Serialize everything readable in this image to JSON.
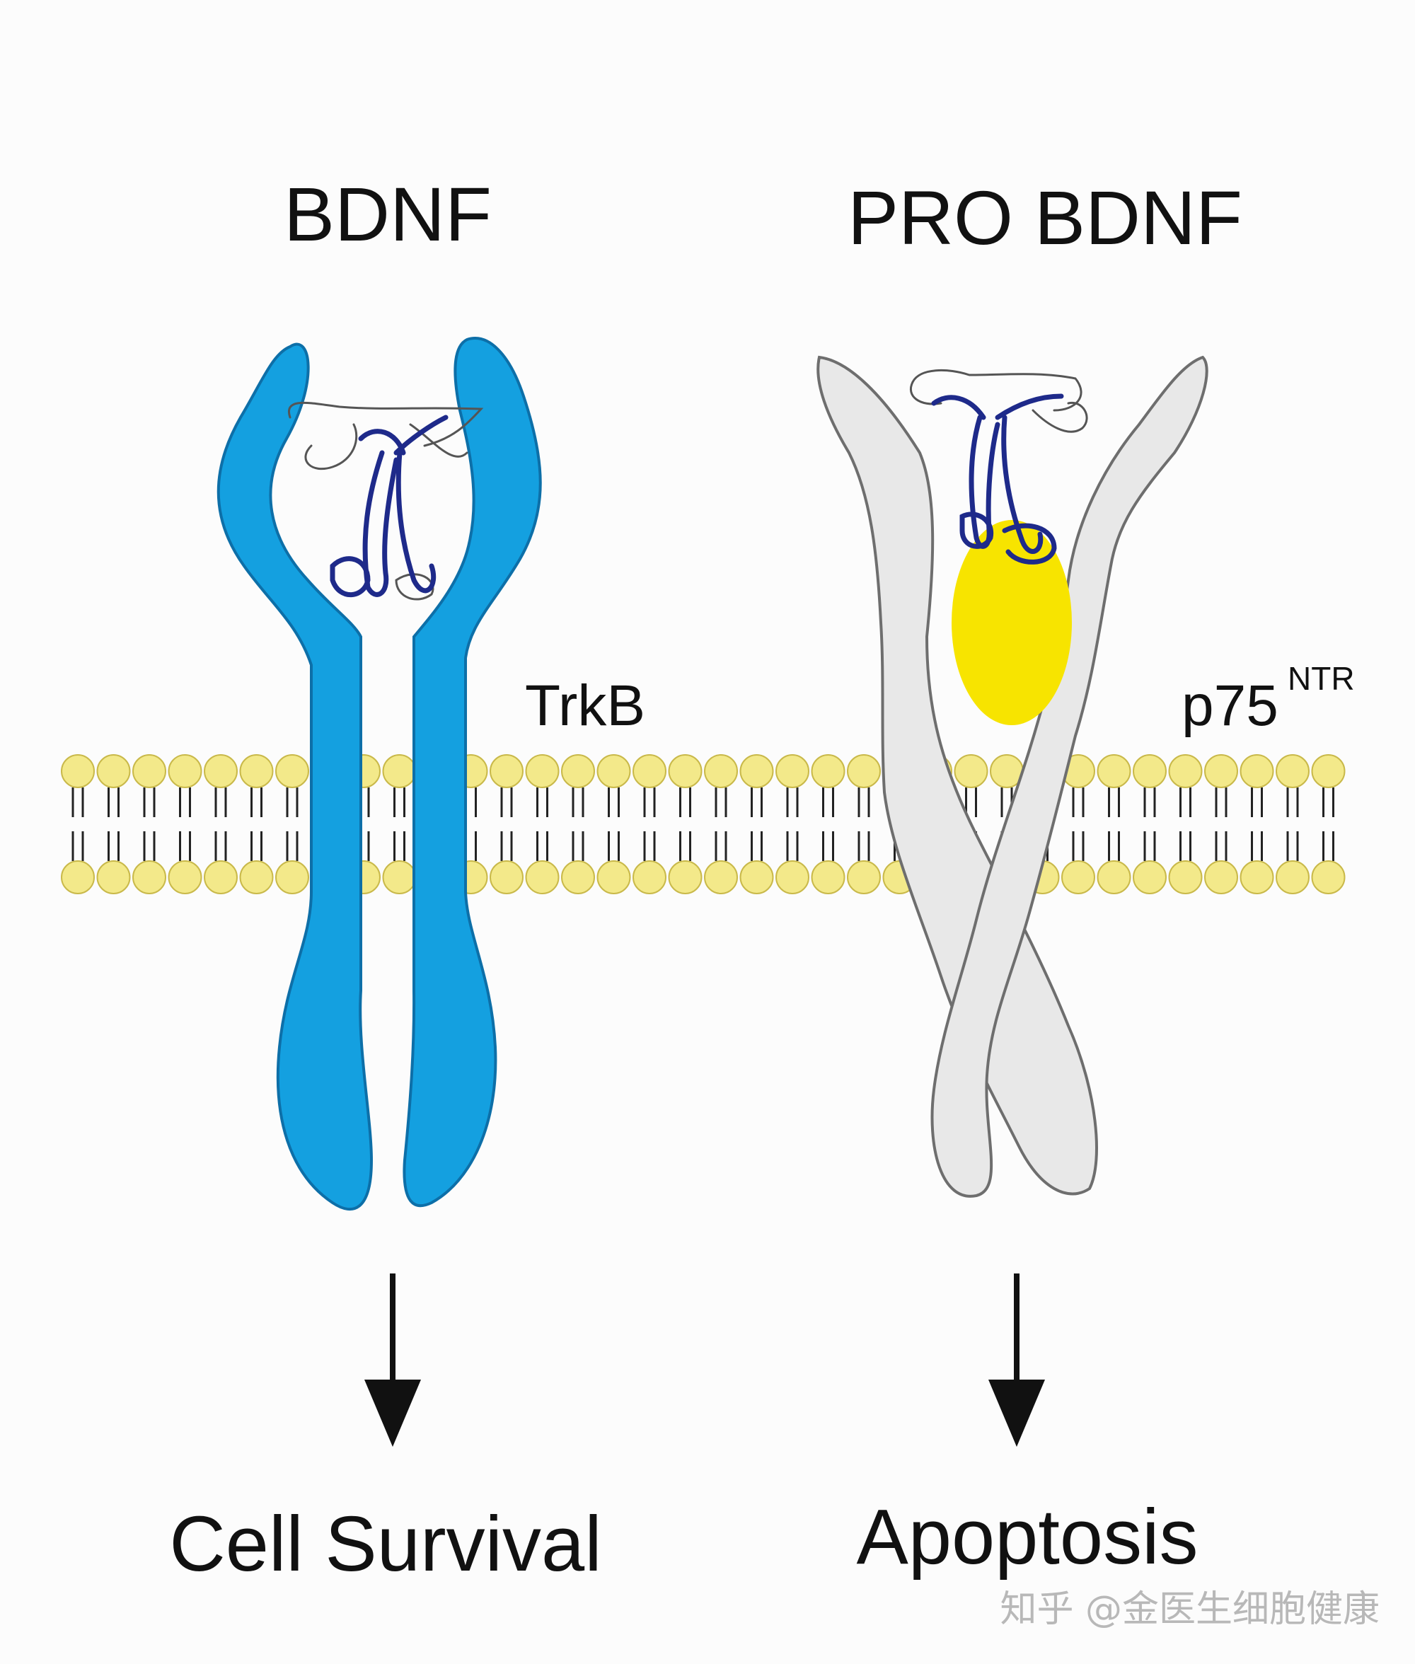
{
  "labels": {
    "ligand_left": "BDNF",
    "ligand_right": "PRO BDNF",
    "receptor_left": "TrkB",
    "receptor_right_base": "p75",
    "receptor_right_sup": "NTR",
    "outcome_left": "Cell Survival",
    "outcome_right": "Apoptosis",
    "watermark": "知乎 @金医生细胞健康"
  },
  "colors": {
    "background": "#fcfcfc",
    "trkb": "#14a0e0",
    "trkb_outline": "#0d6fa8",
    "p75": "#e8e8e8",
    "p75_outline": "#6e6e6e",
    "lipid_head": "#f3e98a",
    "lipid_outline": "#c9b94a",
    "pro_domain": "#f7e400",
    "ligand_strand": "#1e2a8a",
    "arrow": "#111111"
  },
  "icons": {
    "arrows": "down-arrow-icon",
    "ligand": "protein-ribbon-icon"
  }
}
